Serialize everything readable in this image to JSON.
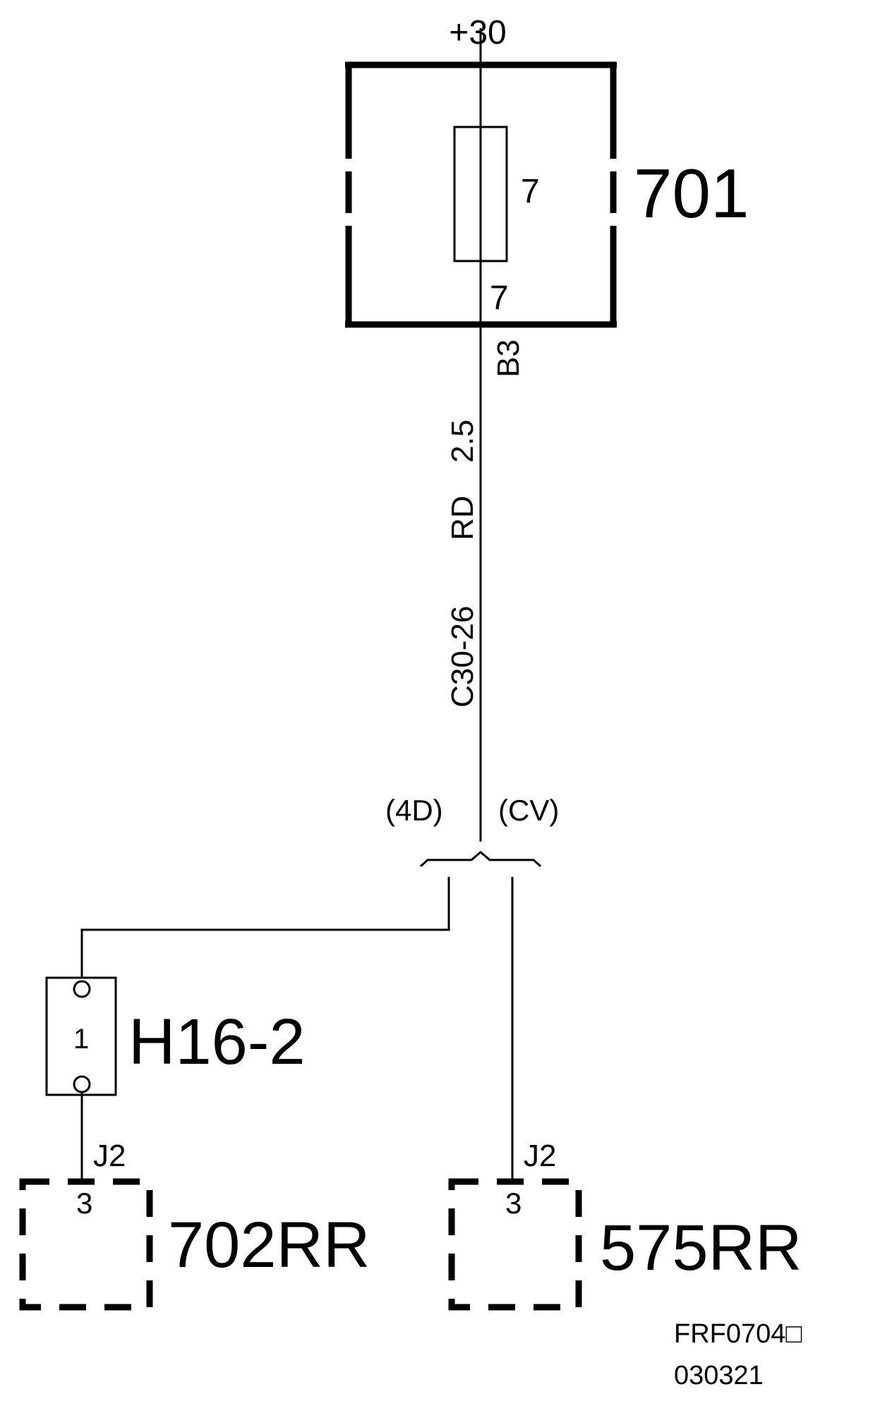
{
  "supply_label": "+30",
  "fuse_box": {
    "id": "701",
    "fuse_number": "7",
    "pin": "7",
    "terminal": "B3"
  },
  "wire": {
    "gauge": "2.5",
    "color": "RD",
    "circuit": "C30-26"
  },
  "variants": {
    "left": "(4D)",
    "right": "(CV)"
  },
  "splice": {
    "id": "H16-2",
    "pin": "1"
  },
  "connectors": [
    {
      "id": "702RR",
      "plug": "J2",
      "pin": "3"
    },
    {
      "id": "575RR",
      "plug": "J2",
      "pin": "3"
    }
  ],
  "drawing_ref": {
    "code": "FRF0704□",
    "date": "030321"
  }
}
